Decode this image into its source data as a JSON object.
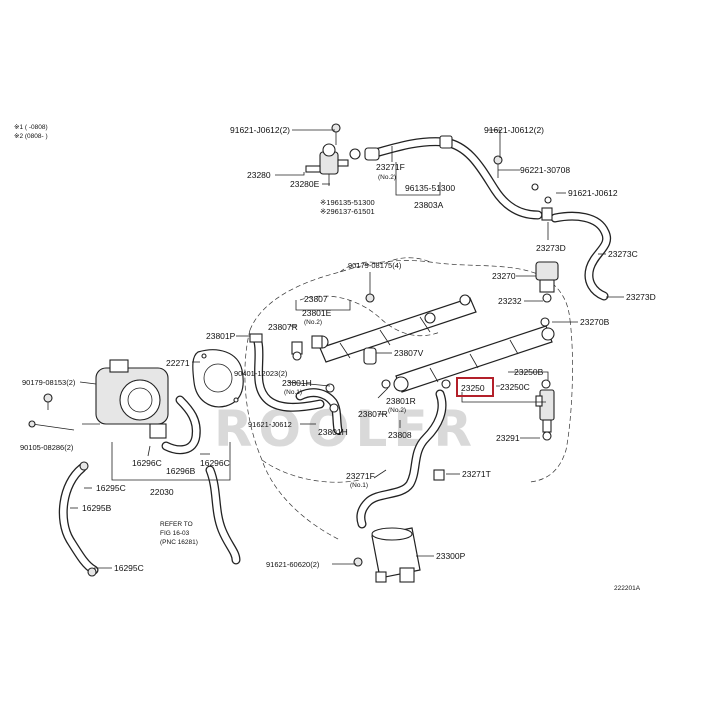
{
  "watermark": "ROOLER",
  "legend": {
    "line1": "※1 ( -0808)",
    "line2": "※2 (0808- )"
  },
  "footer_code": "222201A",
  "highlighted_part": "23250",
  "labels": {
    "p91621_j0612_tl": "91621-J0612(2)",
    "p91621_j0612_tr": "91621-J0612(2)",
    "p23280": "23280",
    "p23280e": "23280E",
    "p23271f_a": "23271F",
    "p23271f_a_sub": "(No.2)",
    "p96135_51300": "96135-51300",
    "p23803a": "23803A",
    "n196135": "※196135-51300",
    "n296137": "※296137-61501",
    "p96221_30708": "96221-30708",
    "p91621_j0612_r": "91621-J0612",
    "p23273d_a": "23273D",
    "p23273c": "23273C",
    "p23273d_b": "23273D",
    "p23270": "23270",
    "p23232": "23232",
    "p23270b": "23270B",
    "p90179_08175": "90179-08175(4)",
    "p23807": "23807",
    "p23801e": "23801E",
    "p23801e_sub": "(No.2)",
    "p23807r_a": "23807R",
    "p23801p": "23801P",
    "p22271": "22271",
    "p23807v": "23807V",
    "p90401_12023": "90401-12023(2)",
    "p23801h": "23801H",
    "p23801h_sub": "(No.1)",
    "p91621_j0612_m": "91621-J0612",
    "p23801h_b": "23801H",
    "p23807r_b": "23807R",
    "p23801r": "23801R",
    "p23801r_sub": "(No.2)",
    "p23808": "23808",
    "p23250b": "23250B",
    "p23250": "23250",
    "p23250c": "23250C",
    "p23291": "23291",
    "p90179_08153": "90179-08153(2)",
    "p90105_08286": "90105-08286(2)",
    "p16296c_a": "16296C",
    "p16296b": "16296B",
    "p16296c_b": "16296C",
    "p22030": "22030",
    "p16295c_a": "16295C",
    "p16295b": "16295B",
    "p16295c_b": "16295C",
    "ref1": "REFER TO",
    "ref2": "FIG 16-03",
    "ref3": "(PNC 16281)",
    "p23271f_b": "23271F",
    "p23271f_b_sub": "(No.1)",
    "p23271t": "23271T",
    "p91621_60620": "91621-60620(2)",
    "p23300p": "23300P"
  }
}
